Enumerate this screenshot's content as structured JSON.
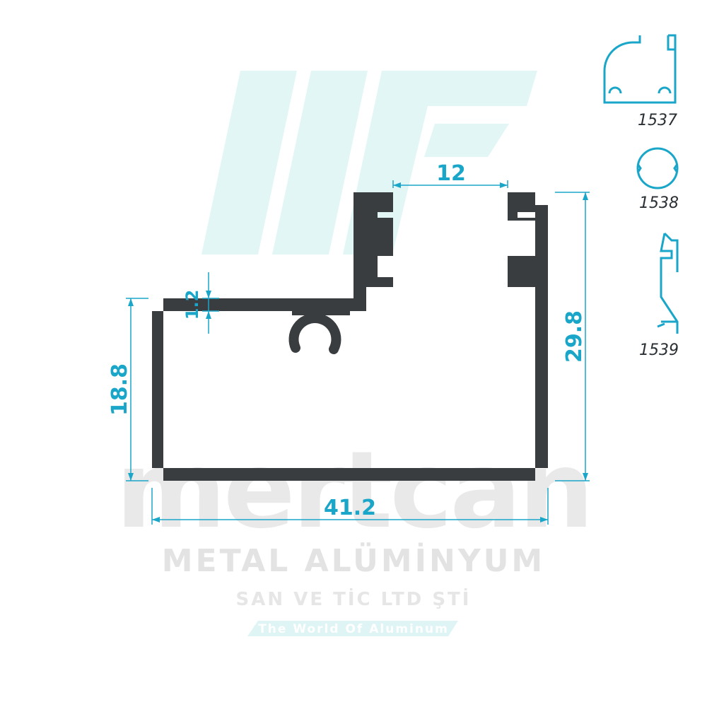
{
  "watermark": {
    "brand": "mertcan",
    "company": "METAL ALÜMİNYUM",
    "legal": "SAN VE TİC LTD ŞTİ",
    "tagline": "The World Of Aluminum"
  },
  "dimensions": {
    "total_width": "41.2",
    "total_height": "29.8",
    "left_height": "18.8",
    "slot_width": "12",
    "wall_thickness": "1.2"
  },
  "related_profiles": [
    {
      "code": "1537"
    },
    {
      "code": "1538"
    },
    {
      "code": "1539"
    }
  ],
  "colors": {
    "profile": "#3a3d40",
    "dimension": "#1aa6c8",
    "watermark_logo": "#e2f6f6",
    "watermark_text": "#e6e6e6"
  }
}
